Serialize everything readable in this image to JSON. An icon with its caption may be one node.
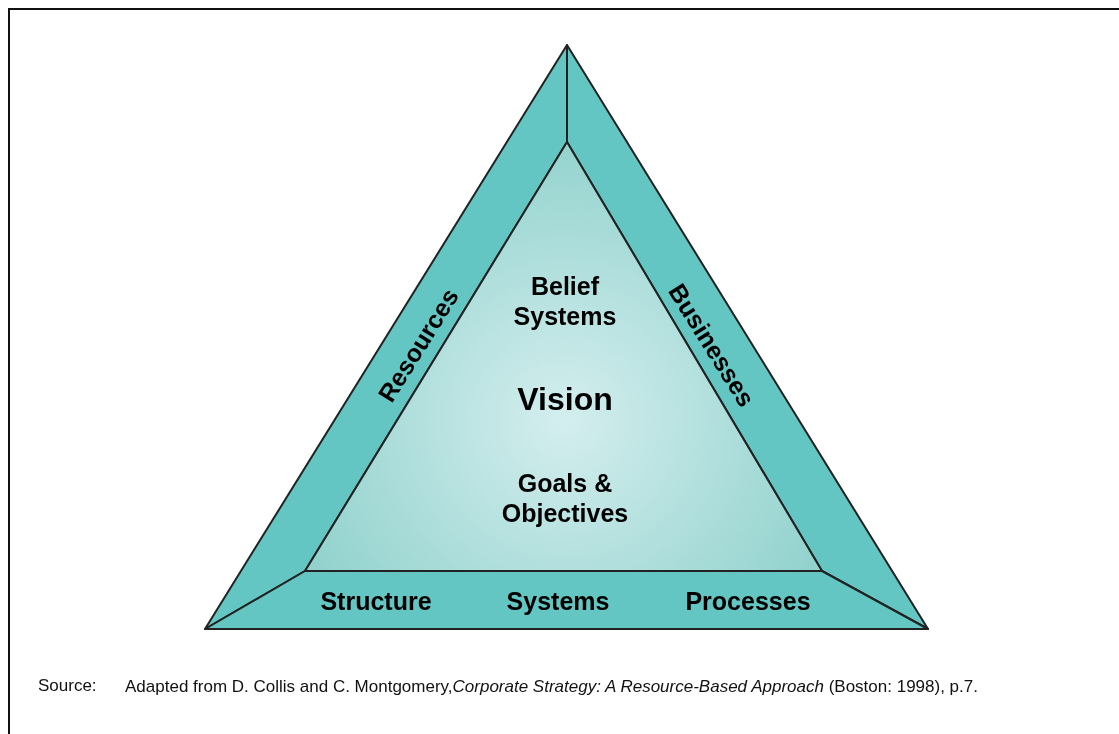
{
  "diagram": {
    "caption": "Adapted from D. Collis and C. Montgomery,*Corporate Strategy: A Resource-Based Approach* (Boston: 1998), p.7.",
    "nodes": [
      {
        "text": [
          "Resources"
        ]
      },
      {
        "text": [
          "Businesses"
        ]
      },
      {
        "text": [
          "Structure",
          "Systems",
          "Processes"
        ]
      },
      {
        "text": [
          "Belief Systems",
          "Vision",
          "Goals & Objectives"
        ]
      }
    ],
    "labels": [
      "Source:"
    ]
  }
}
